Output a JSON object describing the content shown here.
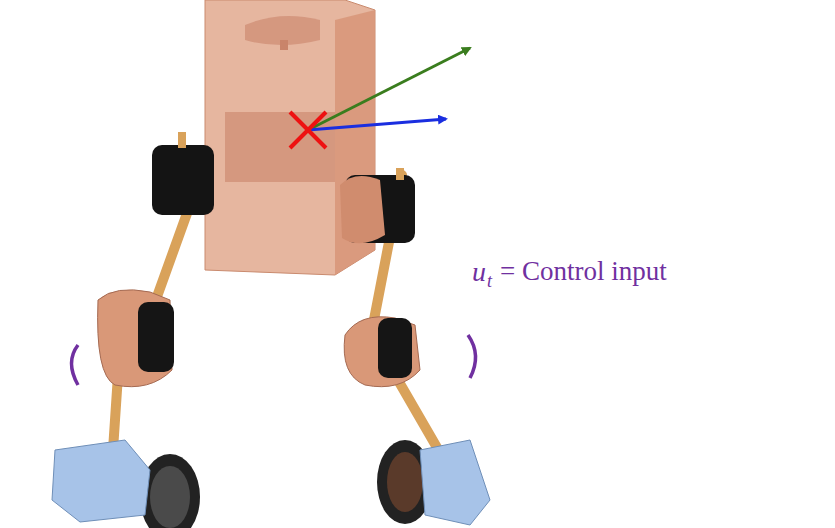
{
  "diagram": {
    "labels": [
      "u",
      "t",
      "= Control input"
    ]
  }
}
